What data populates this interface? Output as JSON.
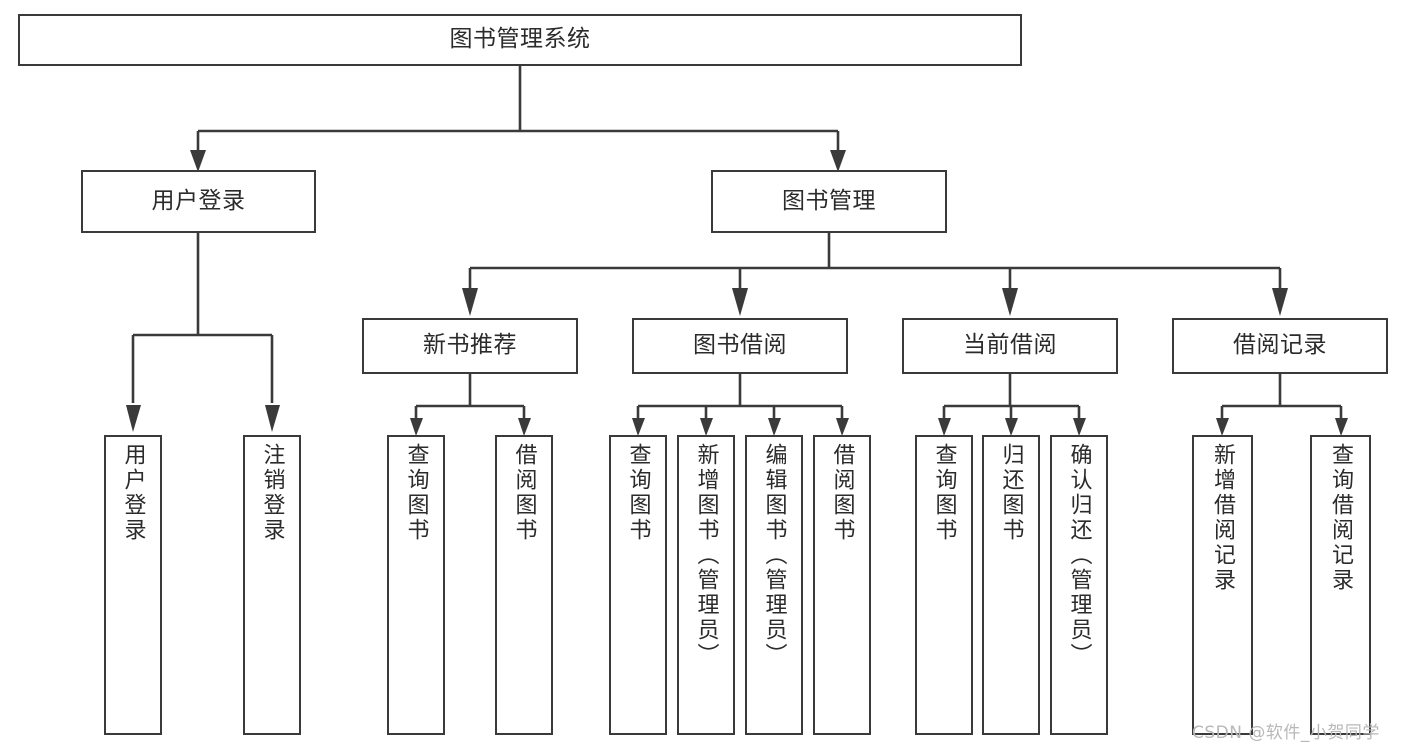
{
  "diagram": {
    "title": "图书管理系统",
    "type": "tree-hierarchy",
    "colors": {
      "box_border": "#3a3a3a",
      "box_fill": "#ffffff",
      "edge": "#3a3a3a",
      "text": "#2b2b2b",
      "watermark": "#b8b8b8",
      "background": "#ffffff"
    },
    "nodes": {
      "root": {
        "label": "图书管理系统"
      },
      "level2": [
        {
          "id": "user-login",
          "label": "用户登录"
        },
        {
          "id": "book-manage",
          "label": "图书管理"
        }
      ],
      "level3": [
        {
          "id": "new-book-recommend",
          "label": "新书推荐"
        },
        {
          "id": "book-borrow",
          "label": "图书借阅"
        },
        {
          "id": "current-borrow",
          "label": "当前借阅"
        },
        {
          "id": "borrow-record",
          "label": "借阅记录"
        }
      ],
      "leaves": {
        "user_login": [
          {
            "id": "leaf-user-login",
            "label": "用户登录"
          },
          {
            "id": "leaf-logout-login",
            "label": "注销登录"
          }
        ],
        "new_book_recommend": [
          {
            "id": "leaf-query-book-1",
            "label": "查询图书"
          },
          {
            "id": "leaf-borrow-book-1",
            "label": "借阅图书"
          }
        ],
        "book_borrow": [
          {
            "id": "leaf-query-book-2",
            "label": "查询图书"
          },
          {
            "id": "leaf-add-book",
            "label": "新增图书（管理员）"
          },
          {
            "id": "leaf-edit-book",
            "label": "编辑图书（管理员）"
          },
          {
            "id": "leaf-borrow-book-2",
            "label": "借阅图书"
          }
        ],
        "current_borrow": [
          {
            "id": "leaf-query-book-3",
            "label": "查询图书"
          },
          {
            "id": "leaf-return-book",
            "label": "归还图书"
          },
          {
            "id": "leaf-confirm-return",
            "label": "确认归还（管理员）"
          }
        ],
        "borrow_record": [
          {
            "id": "leaf-add-record",
            "label": "新增借阅记录"
          },
          {
            "id": "leaf-query-record",
            "label": "查询借阅记录"
          }
        ]
      }
    },
    "watermark": "CSDN @软件_小贺同学"
  }
}
